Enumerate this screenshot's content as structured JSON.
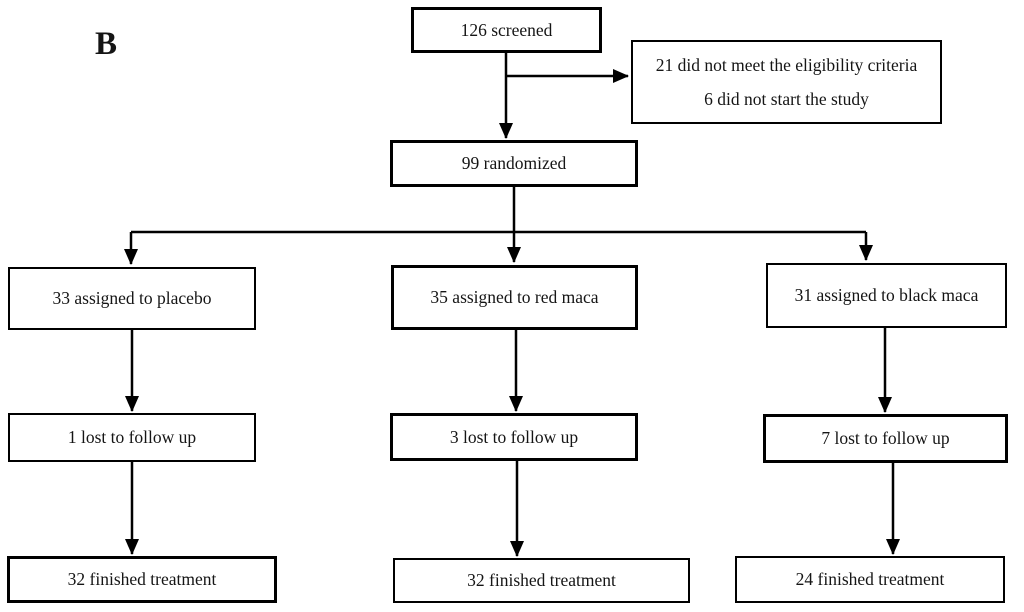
{
  "diagram": {
    "panel_label": "B",
    "type": "trial-flowchart",
    "nodes": {
      "screened": {
        "label": "126 screened"
      },
      "excluded": {
        "line1": "21 did not meet the eligibility criteria",
        "line2": "6 did not start the study"
      },
      "randomized": {
        "label": "99 randomized"
      },
      "assigned_placebo": {
        "label": "33 assigned to placebo"
      },
      "assigned_red_maca": {
        "label": "35 assigned to red maca"
      },
      "assigned_black_maca": {
        "label": "31 assigned to black maca"
      },
      "lost_placebo": {
        "label": "1 lost to follow up"
      },
      "lost_red_maca": {
        "label": "3 lost to follow up"
      },
      "lost_black_maca": {
        "label": "7 lost to follow up"
      },
      "finished_placebo": {
        "label": "32 finished treatment"
      },
      "finished_red_maca": {
        "label": "32 finished treatment"
      },
      "finished_black_maca": {
        "label": "24 finished treatment"
      }
    },
    "edges": [
      {
        "from": "screened",
        "to": "randomized"
      },
      {
        "from": "screened",
        "to": "excluded"
      },
      {
        "from": "randomized",
        "to": "assigned_placebo"
      },
      {
        "from": "randomized",
        "to": "assigned_red_maca"
      },
      {
        "from": "randomized",
        "to": "assigned_black_maca"
      },
      {
        "from": "assigned_placebo",
        "to": "lost_placebo"
      },
      {
        "from": "assigned_red_maca",
        "to": "lost_red_maca"
      },
      {
        "from": "assigned_black_maca",
        "to": "lost_black_maca"
      },
      {
        "from": "lost_placebo",
        "to": "finished_placebo"
      },
      {
        "from": "lost_red_maca",
        "to": "finished_red_maca"
      },
      {
        "from": "lost_black_maca",
        "to": "finished_black_maca"
      }
    ],
    "colors": {
      "line": "#000000",
      "box_border": "#000000",
      "box_fill": "#ffffff",
      "text": "#151515",
      "background": "#ffffff"
    }
  }
}
